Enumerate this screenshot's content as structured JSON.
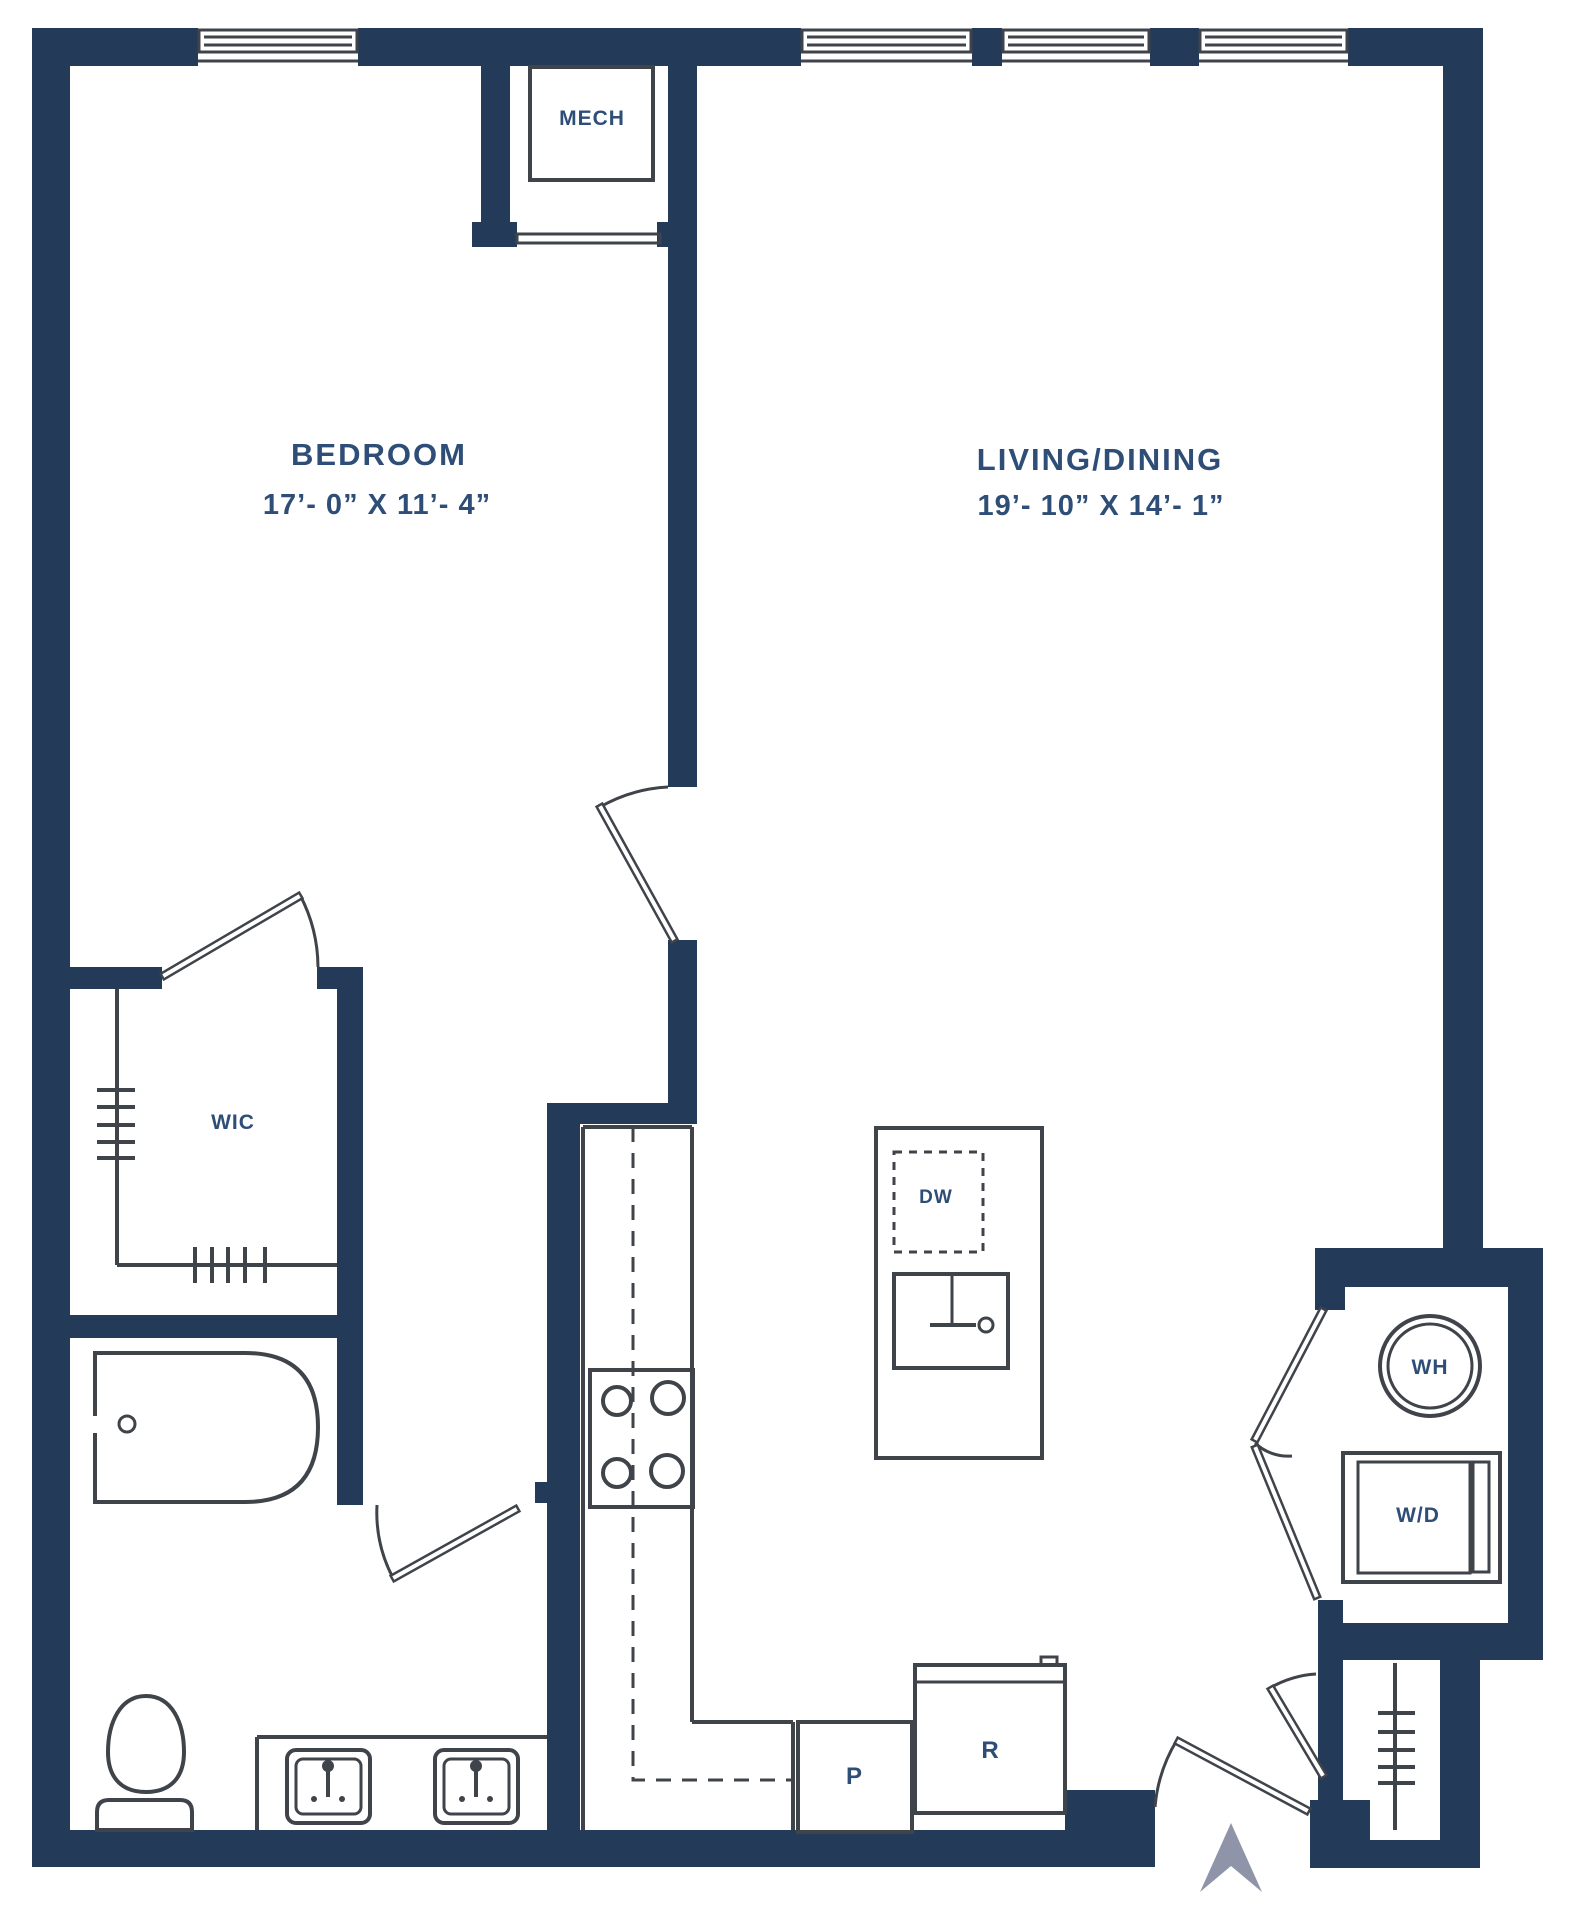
{
  "colors": {
    "wall": "#233a58",
    "line": "#3f434a",
    "text": "#2e4d77",
    "arrow": "#8f94a9",
    "background": "#ffffff"
  },
  "rooms": {
    "bedroom": {
      "name": "BEDROOM",
      "dimensions": "17’- 0” X 11’- 4”"
    },
    "living_dining": {
      "name": "LIVING/DINING",
      "dimensions": "19’- 10” X 14’- 1”"
    },
    "mech": {
      "name": "MECH"
    },
    "wic": {
      "name": "WIC"
    }
  },
  "appliances": {
    "dishwasher": {
      "label": "DW"
    },
    "water_heater": {
      "label": "WH"
    },
    "washer_dryer": {
      "label": "W/D"
    },
    "pantry": {
      "label": "P"
    },
    "refrigerator": {
      "label": "R"
    }
  }
}
